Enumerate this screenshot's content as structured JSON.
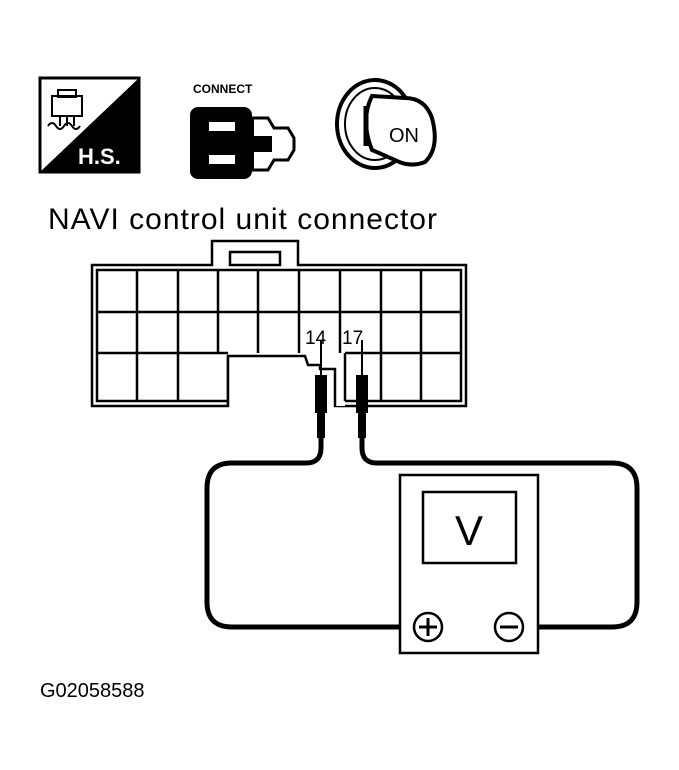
{
  "icons": {
    "hs_label": "H.S.",
    "connect_label": "CONNECT",
    "ignition_label": "ON"
  },
  "title": "NAVI control unit connector",
  "connector": {
    "pins": [
      {
        "number": "14"
      },
      {
        "number": "17"
      }
    ]
  },
  "meter": {
    "display": "V",
    "positive_symbol": "+",
    "negative_symbol": "−"
  },
  "figure_code": "G02058588"
}
